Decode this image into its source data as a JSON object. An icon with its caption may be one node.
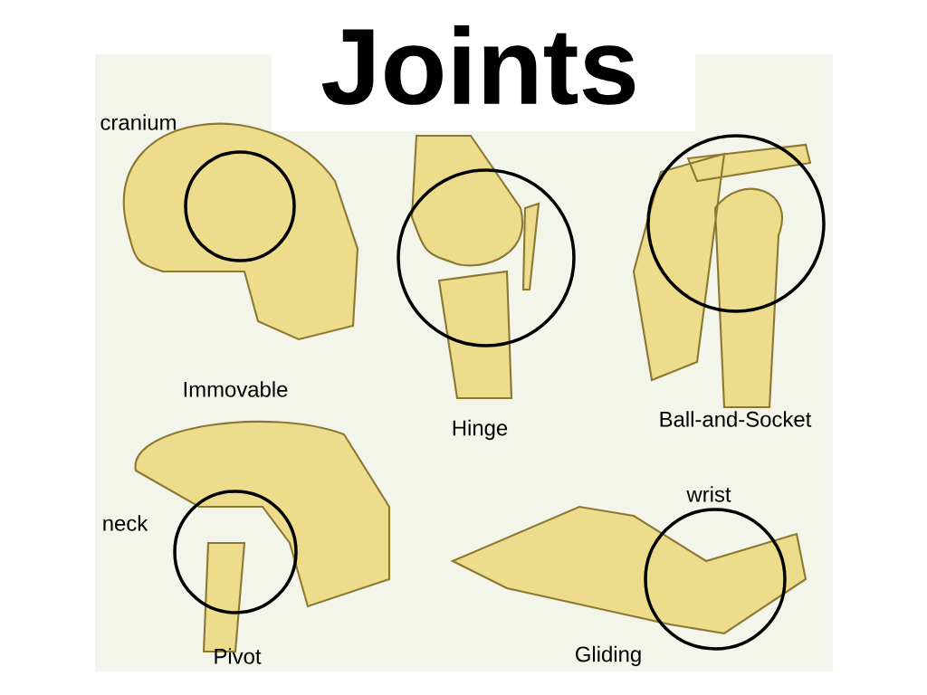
{
  "diagram": {
    "title": "Joints",
    "labels": [
      "cranium",
      "Immovable",
      "Hinge",
      "Ball-and-Socket",
      "neck",
      "wrist",
      "Pivot",
      "Gliding"
    ]
  }
}
